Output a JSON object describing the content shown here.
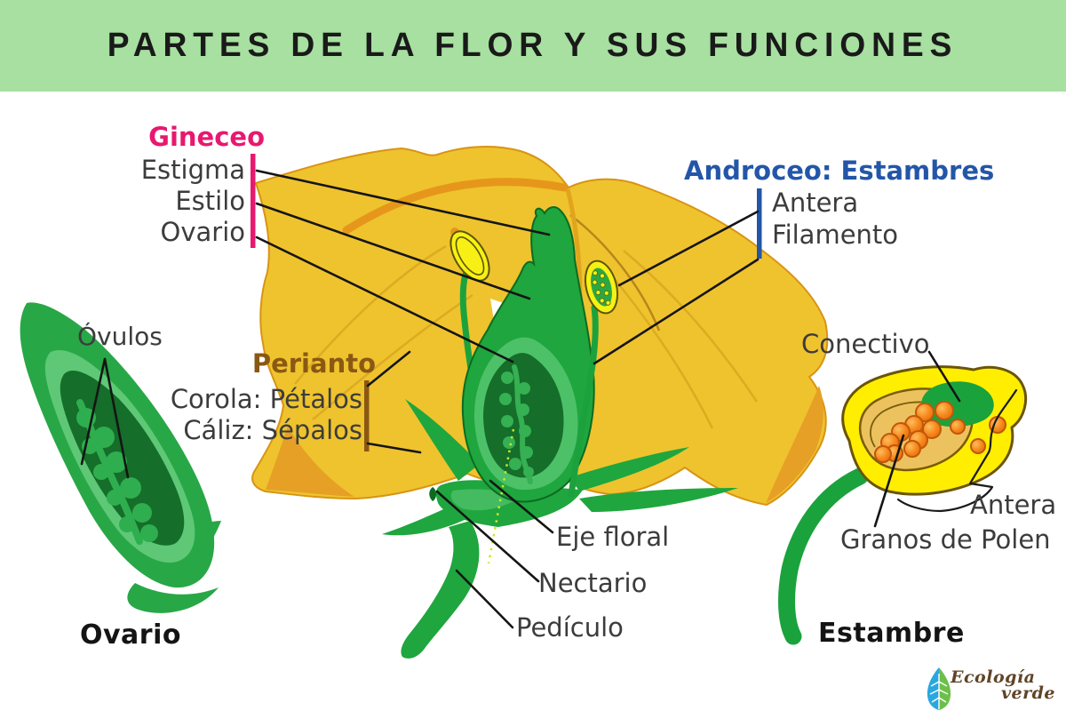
{
  "header": {
    "title": "PARTES DE LA FLOR Y SUS FUNCIONES",
    "bg_color": "#a7e0a0"
  },
  "groups": {
    "gineceo": {
      "title": "Gineceo",
      "color": "#e8186f",
      "items": [
        "Estigma",
        "Estilo",
        "Ovario"
      ]
    },
    "androceo": {
      "title": "Androceo: Estambres",
      "color": "#2356a8",
      "items": [
        "Antera",
        "Filamento"
      ]
    },
    "perianto": {
      "title": "Perianto",
      "color": "#8a5813",
      "items": [
        "Corola: Pétalos",
        "Cáliz: Sépalos"
      ]
    }
  },
  "labels": {
    "ovulos": "Óvulos",
    "eje_floral": "Eje floral",
    "nectario": "Nectario",
    "pediculo": "Pedículo",
    "conectivo": "Conectivo",
    "antera": "Antera",
    "granos_de_polen": "Granos de Polen"
  },
  "captions": {
    "ovario": "Ovario",
    "estambre": "Estambre"
  },
  "logo": {
    "icon": "leaf-icon",
    "name": "Ecología",
    "name2": "verde",
    "text_color": "#5f4426",
    "leaf_blue": "#2aa7e0",
    "leaf_green": "#6cc04a"
  },
  "palette": {
    "petal_yellow": "#efc32d",
    "petal_orange": "#e6a026",
    "petal_outline": "#d89414",
    "green_main": "#1fa63e",
    "green_light": "#4cc168",
    "green_dark": "#156e29",
    "anther_yellow": "#f8f014",
    "anther_diagram_yellow": "#ffee00",
    "pollen_orange": "#f68a1f",
    "line_black": "#151515"
  }
}
